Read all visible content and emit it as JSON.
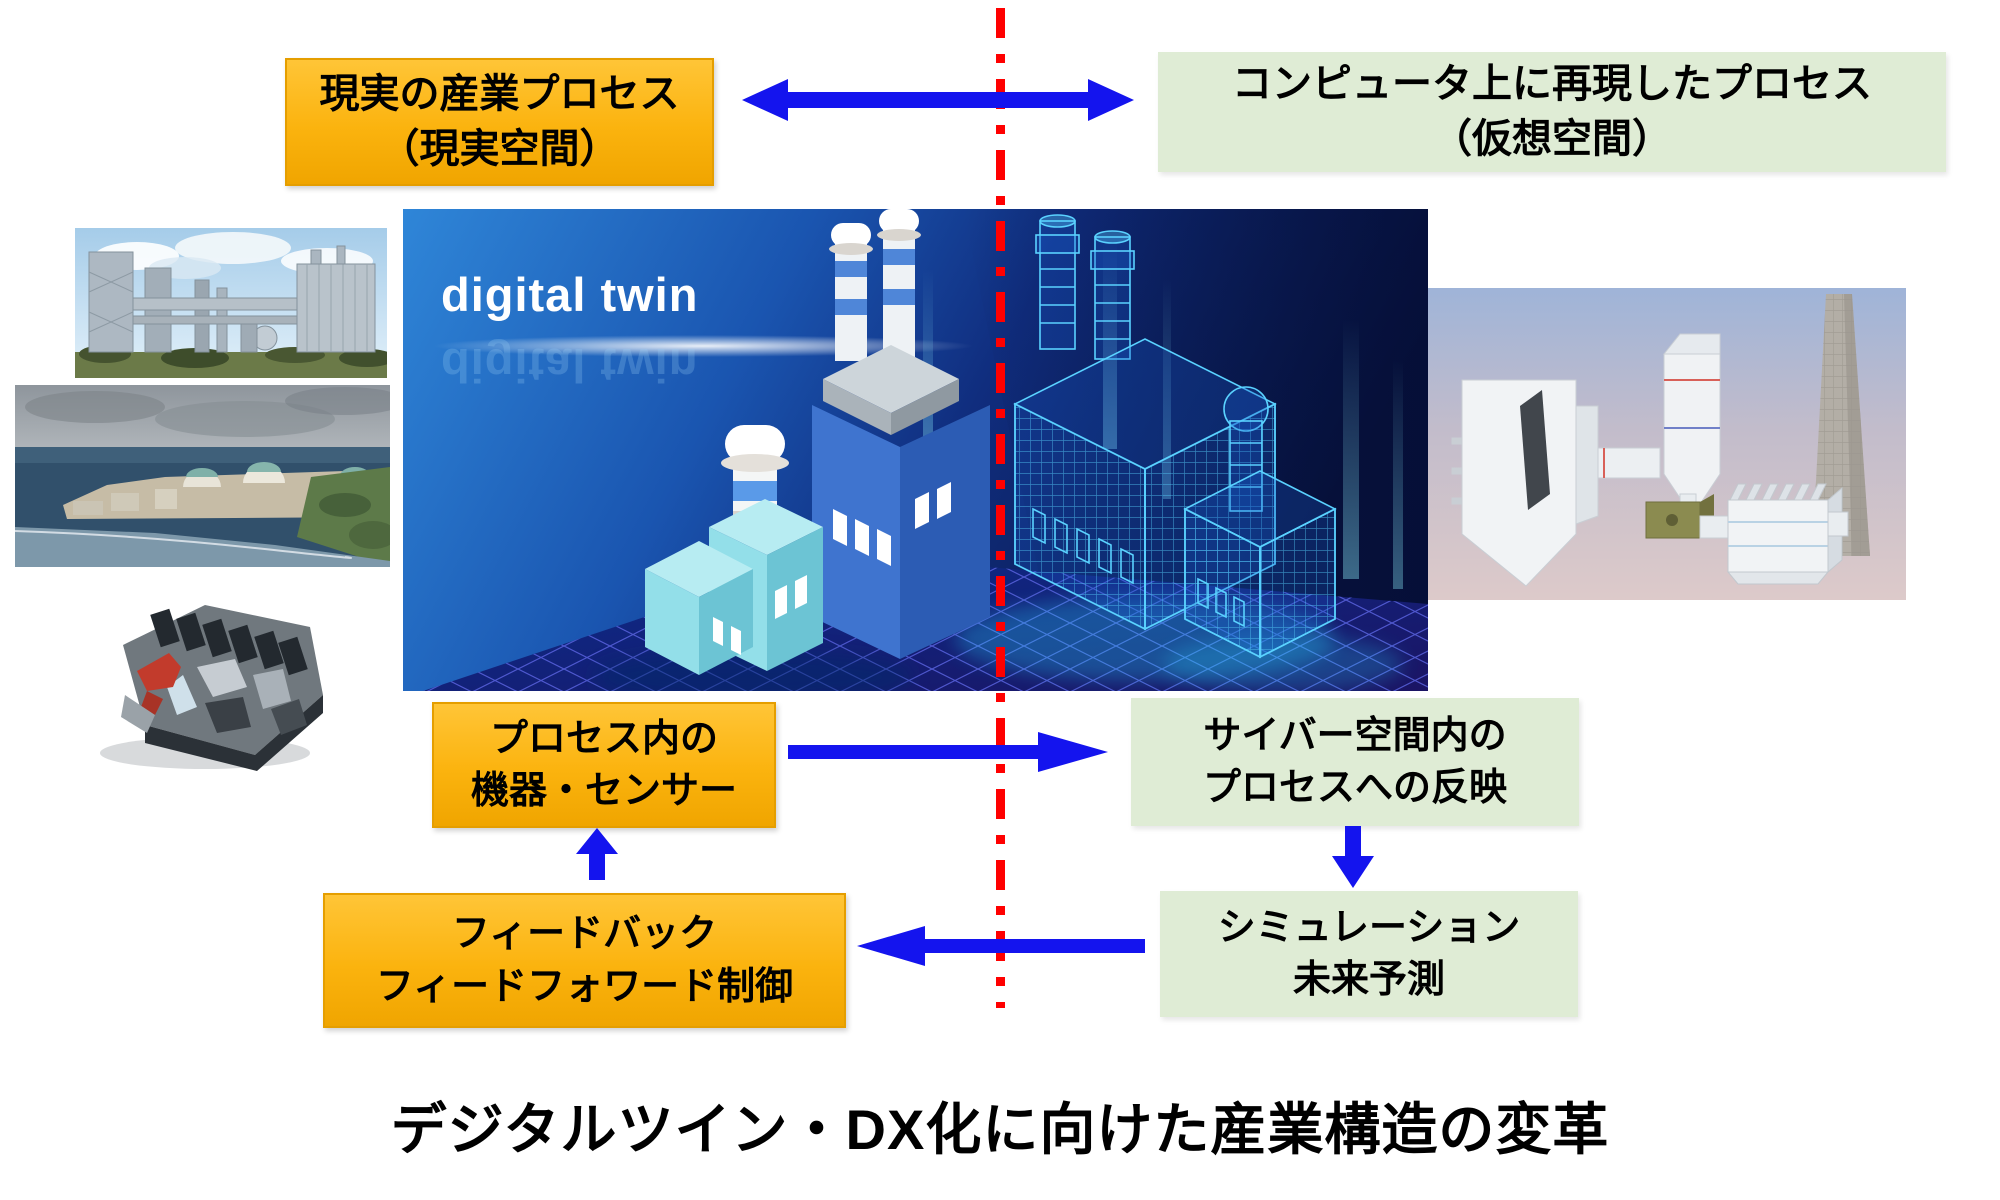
{
  "diagram": {
    "title": "デジタルツイン・DX化に向けた産業構造の変革",
    "real_process_box": {
      "line1": "現実の産業プロセス",
      "line2": "（現実空間）"
    },
    "virtual_process_box": {
      "line1": "コンピュータ上に再現したプロセス",
      "line2": "（仮想空間）"
    },
    "sensor_box": {
      "line1": "プロセス内の",
      "line2": "機器・センサー"
    },
    "cyber_reflect_box": {
      "line1": "サイバー空間内の",
      "line2": "プロセスへの反映"
    },
    "simulation_box": {
      "line1": "シミュレーション",
      "line2": "未来予測"
    },
    "feedback_box": {
      "line1": "フィードバック",
      "line2": "フィードフォワード制御"
    },
    "center_image": {
      "caption": "digital twin"
    },
    "icons": {
      "top_link_arrow": "double-headed-horizontal-arrow",
      "sensor_to_cyber_arrow": "right-arrow",
      "cyber_to_simulation_arrow": "down-arrow",
      "simulation_to_feedback_arrow": "left-arrow",
      "feedback_to_sensor_arrow": "up-arrow",
      "center_divider": "red-dash-dot-vertical-line"
    },
    "images": {
      "left_photo_1": "industrial-plant-photo",
      "left_photo_2": "coastal-power-plant-photo",
      "left_photo_3": "engine-cutaway-image",
      "center": "digital-twin-factory-illustration",
      "right": "plant-equipment-3d-render"
    },
    "colors": {
      "real_box_orange": "#FBB30E",
      "virtual_box_green": "#DFECD5",
      "arrow_blue": "#1414EE",
      "divider_red": "#FF0000"
    }
  }
}
